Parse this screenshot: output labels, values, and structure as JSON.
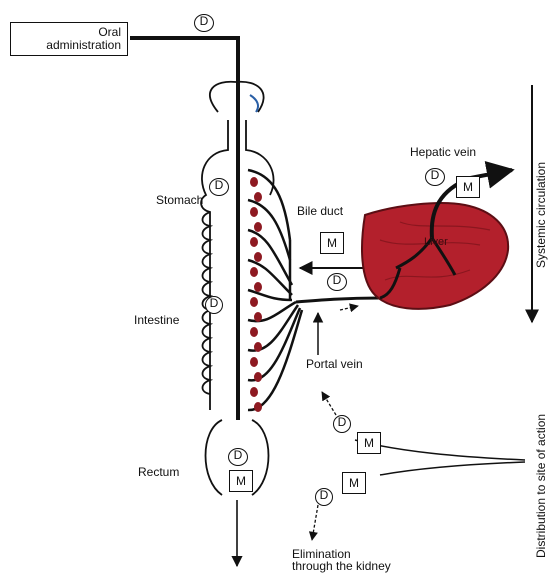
{
  "labels": {
    "oral_administration": [
      "Oral",
      "administration"
    ],
    "stomach": "Stomach",
    "intestine": "Intestine",
    "rectum": "Rectum",
    "bile_duct": "Bile duct",
    "hepatic_vein": "Hepatic vein",
    "liver": "Liver",
    "portal_vein": "Portal vein",
    "elimination": [
      "Elimination",
      "through the kidney"
    ],
    "systemic_circulation": "Systemic circulation",
    "distribution": "Distribution to site of action"
  },
  "symbols": {
    "drug": "D",
    "metabolite": "M"
  },
  "colors": {
    "liver": "#b3202c",
    "liver_dark": "#5c0e14",
    "ink": "#111111",
    "vessel_dots": "#8e1a22"
  }
}
